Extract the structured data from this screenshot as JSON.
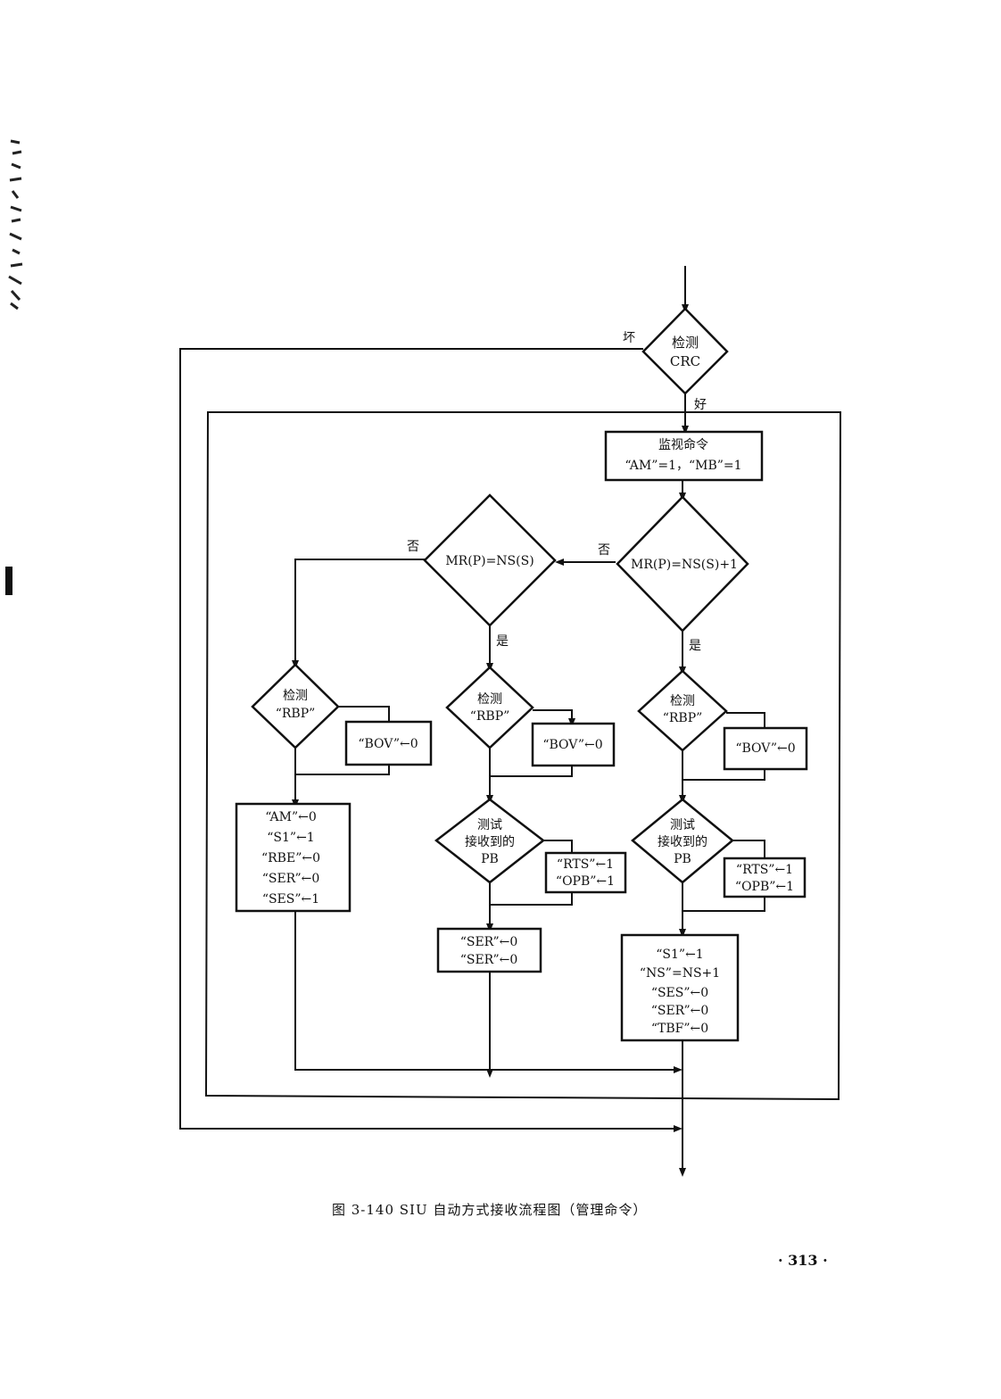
{
  "nodes": {
    "check_crc": {
      "line1": "检测",
      "line2": "CRC"
    },
    "monitor_cmd": {
      "line1": "监视命令",
      "line2": "“AM”=1，“MB”=1"
    },
    "mr_ns": {
      "text": "MR(P)=NS(S)"
    },
    "mr_ns1": {
      "text": "MR(P)=NS(S)+1"
    },
    "rbp_left": {
      "line1": "检测",
      "line2": "“RBP”"
    },
    "rbp_mid": {
      "line1": "检测",
      "line2": "“RBP”"
    },
    "rbp_right": {
      "line1": "检测",
      "line2": "“RBP”"
    },
    "bov_left": {
      "text": "“BOV”←0"
    },
    "bov_mid": {
      "text": "“BOV”←0"
    },
    "bov_right": {
      "text": "“BOV”←0"
    },
    "left_actions": [
      "“AM”←0",
      "“S1”←1",
      "“RBE”←0",
      "“SER”←0",
      "“SES”←1"
    ],
    "pb_mid": {
      "line1": "测试",
      "line2": "接收到的",
      "line3": "PB"
    },
    "pb_right": {
      "line1": "测试",
      "line2": "接收到的",
      "line3": "PB"
    },
    "rts_mid": [
      "“RTS”←1",
      "“OPB”←1"
    ],
    "rts_right": [
      "“RTS”←1",
      "“OPB”←1"
    ],
    "ser_mid": [
      "“SER”←0",
      "“SER”←0"
    ],
    "right_actions": [
      "“S1”←1",
      "“NS”=NS+1",
      "“SES”←0",
      "“SER”←0",
      "“TBF”←0"
    ]
  },
  "labels": {
    "bad": "坏",
    "good": "好",
    "no_left": "否",
    "no_right": "否",
    "yes_mid": "是",
    "yes_right": "是"
  },
  "caption": "图 3-140  SIU 自动方式接收流程图（管理命令）",
  "page_number": "· 313 ·"
}
